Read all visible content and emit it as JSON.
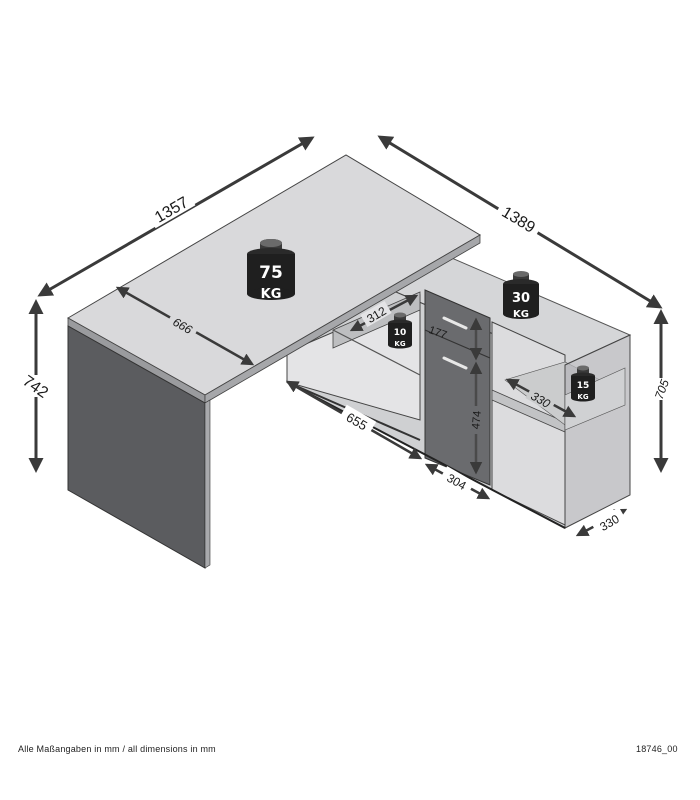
{
  "diagram": {
    "subject": "L-shaped corner desk with side cabinet, isometric dimension drawing",
    "units": "mm",
    "dimensions": {
      "desk_length": "1357",
      "cabinet_length": "1389",
      "desk_height": "742",
      "desk_depth": "666",
      "cabinet_height": "705",
      "cabinet_depth": "330",
      "open_compartment_width": "655",
      "inner_shelf_depth": "312",
      "drawer_height": "177",
      "door_height": "474",
      "drawer_width": "304",
      "end_shelf_depth": "330"
    },
    "load_ratings": [
      {
        "id": "desktop",
        "value": "75",
        "unit": "KG"
      },
      {
        "id": "cabinet-top",
        "value": "30",
        "unit": "KG"
      },
      {
        "id": "inner-shelf",
        "value": "10",
        "unit": "KG"
      },
      {
        "id": "end-shelf",
        "value": "15",
        "unit": "KG"
      }
    ],
    "colors": {
      "top_surface": "#d9d9db",
      "dark_panel": "#5b5c5f",
      "arrow": "#3a3a3a",
      "weight": "#1f1f1f"
    }
  },
  "footer": {
    "left_text": "Alle Maßangaben in mm / all dimensions in mm",
    "right_text": "18746_00"
  }
}
